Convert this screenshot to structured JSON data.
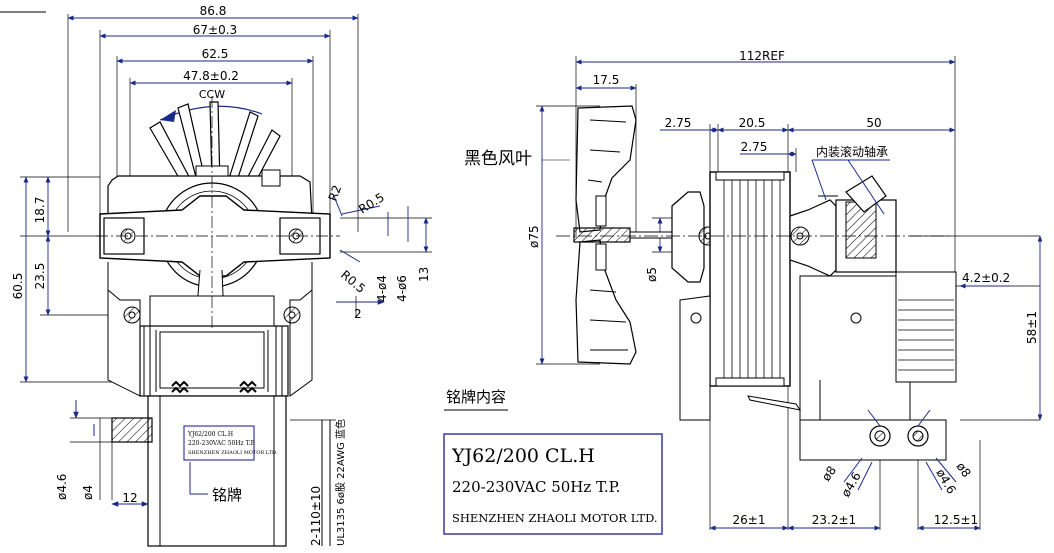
{
  "front_view": {
    "width_overall": "86.8",
    "width_mount": "67±0.3",
    "width_frame": "62.5",
    "width_fan": "47.8±0.2",
    "rotation": "CCW",
    "h_upper": "18.7",
    "h_total": "60.5",
    "h_lower": "23.5",
    "r2": "R2",
    "r05_top": "R0.5",
    "r05_bottom": "R0.5",
    "d_hole": "4-ø4",
    "d_boss": "4-ø6",
    "h_tab": "13",
    "w_slot": "2",
    "d_cable_outer": "ø4.6",
    "d_cable_inner": "ø4",
    "cable_offset": "12",
    "cable_length": "2-110±10",
    "cable_spec": "UL3135 6ø股 22AWG 蓝色",
    "nameplate_label": "铭牌",
    "mini_nameplate": [
      "YJ62/200   CL.H",
      "220-230VAC 50Hz T.P.",
      "SHENZHEN ZHAOLI MOTOR LTD."
    ]
  },
  "side_view": {
    "total_length": "112REF",
    "fan_depth": "17.5",
    "offset_a": "2.75",
    "offset_b": "2.75",
    "stack_len": "20.5",
    "shaft_len": "50",
    "fan_dia": "ø75",
    "shaft_dia": "ø5",
    "fan_label": "黑色风叶",
    "bearing_label": "内装滚动轴承",
    "offset_c": "4.2±0.2",
    "height": "58±1",
    "d8_left": "ø8",
    "d46_left": "ø4.6",
    "d46_right": "ø4.6",
    "d8_right": "ø8",
    "base_a": "26±1",
    "base_b": "23.2±1",
    "base_c": "12.5±1"
  },
  "nameplate": {
    "heading": "铭牌内容",
    "line1": "YJ62/200    CL.H",
    "line2": "220-230VAC 50Hz T.P.",
    "line3": "SHENZHEN ZHAOLI MOTOR LTD."
  },
  "colors": {
    "line": "#000000",
    "border": "#3a3aa8",
    "dim_arrow": "#1a2a8c"
  }
}
